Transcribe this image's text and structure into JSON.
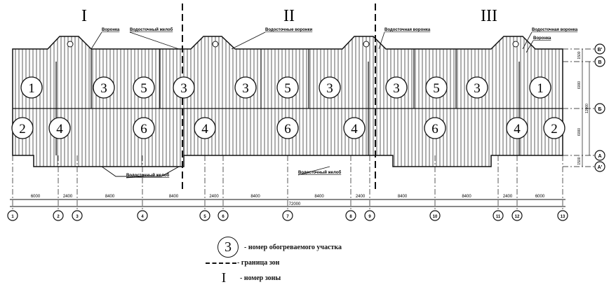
{
  "zones": [
    "I",
    "II",
    "III"
  ],
  "callouts": [
    "Воронка",
    "Водосточный желоб",
    "Водосточные воронки",
    "Водосточный желоб",
    "Водосточная воронка",
    "Воронка",
    "Водосточная воронка",
    "Водосточный желоб"
  ],
  "sections_top": [
    "1",
    "3",
    "5",
    "3",
    "3",
    "5",
    "3",
    "3",
    "5",
    "3",
    "1"
  ],
  "sections_bottom": [
    "2",
    "4",
    "6",
    "4",
    "6",
    "4",
    "6",
    "4",
    "2"
  ],
  "column_axes": [
    "1",
    "2",
    "3",
    "4",
    "5",
    "6",
    "7",
    "8",
    "9",
    "10",
    "11",
    "12",
    "13"
  ],
  "column_dims": [
    "6000",
    "2400",
    "8400",
    "8400",
    "2400",
    "8400",
    "8400",
    "2400",
    "8400",
    "8400",
    "2400",
    "6000"
  ],
  "total_dim": "72000",
  "row_axes": [
    "В'",
    "В",
    "Б",
    "А",
    "А'"
  ],
  "row_dims": [
    "1500",
    "6000",
    "6000",
    "1500"
  ],
  "row_total": "12000",
  "legend": {
    "section_symbol": "3",
    "section_text": "- номер обогреваемого участка",
    "boundary_text": "- граница зон",
    "zone_symbol": "I",
    "zone_text": "- номер зоны"
  }
}
